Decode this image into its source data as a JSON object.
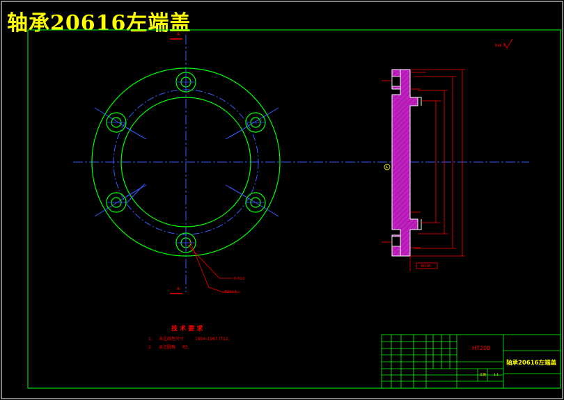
{
  "title": "轴承20616左端盖",
  "colors": {
    "background": "#000000",
    "frame": "#00ff00",
    "centerline": "#3a5bff",
    "dimension": "#ff0000",
    "contour": "#ffffff",
    "section_hatch": "#c020c0",
    "text_yellow": "#ffff00"
  },
  "tech_req": {
    "heading": "技 术 要 求",
    "item1_num": "1.",
    "item1_text": "未注线性尺寸",
    "item1_code": "1804-1987 IT12:",
    "item2_num": "2.",
    "item2_text": "未注圆角",
    "item2_code": "R5."
  },
  "title_block": {
    "material": "HT200",
    "part_name": "轴承20616左端盖",
    "scale_label": "比例",
    "scale_value": "1:1"
  },
  "front_view": {
    "leader1": "6-Φ12",
    "leader2": "Φ24×4",
    "section_mark_top": "A",
    "section_mark_bottom": "A"
  },
  "section_view": {
    "roughness": "Ra6.3",
    "label_circle": "A",
    "dim_bottom": "Φ0.05"
  }
}
